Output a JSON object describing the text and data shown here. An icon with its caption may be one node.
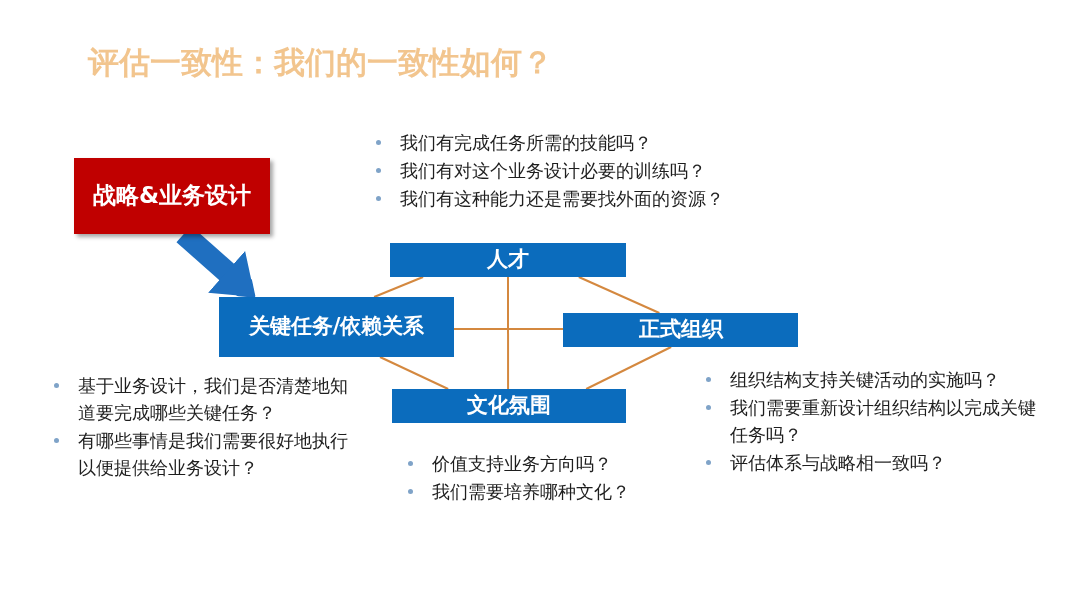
{
  "diagram": {
    "title": "评估一致性：我们的一致性如何？",
    "nodes": [
      {
        "text": [
          "战略&业务设计"
        ]
      },
      {
        "text": [
          "人才"
        ],
        "beside": [
          "我们有完成任务所需的技能吗？",
          "我们有对这个业务设计必要的训练吗？",
          "我们有这种能力还是需要找外面的资源？"
        ]
      },
      {
        "text": [
          "关键任务/依赖关系"
        ],
        "beside": [
          "基于业务设计，我们是否清楚地知道要完成哪些关键任务？",
          "有哪些事情是我们需要很好地执行以便提供给业务设计？"
        ]
      },
      {
        "text": [
          "正式组织"
        ],
        "beside": [
          "组织结构支持关键活动的实施吗？",
          "我们需要重新设计组织结构以完成关键任务吗？",
          "评估体系与战略相一致吗？"
        ]
      },
      {
        "text": [
          "文化氛围"
        ],
        "beside": [
          "价值支持业务方向吗？",
          "我们需要培养哪种文化？"
        ]
      }
    ],
    "edges": [
      {
        "from": 0,
        "to": 2,
        "arrow": "to",
        "style": "thick",
        "color": "#1f6fc0"
      },
      {
        "from": 1,
        "to": 2,
        "arrow": "none"
      },
      {
        "from": 1,
        "to": 3,
        "arrow": "none"
      },
      {
        "from": 1,
        "to": 4,
        "arrow": "none"
      },
      {
        "from": 2,
        "to": 3,
        "arrow": "none"
      },
      {
        "from": 2,
        "to": 4,
        "arrow": "none"
      },
      {
        "from": 3,
        "to": 4,
        "arrow": "none"
      }
    ]
  }
}
